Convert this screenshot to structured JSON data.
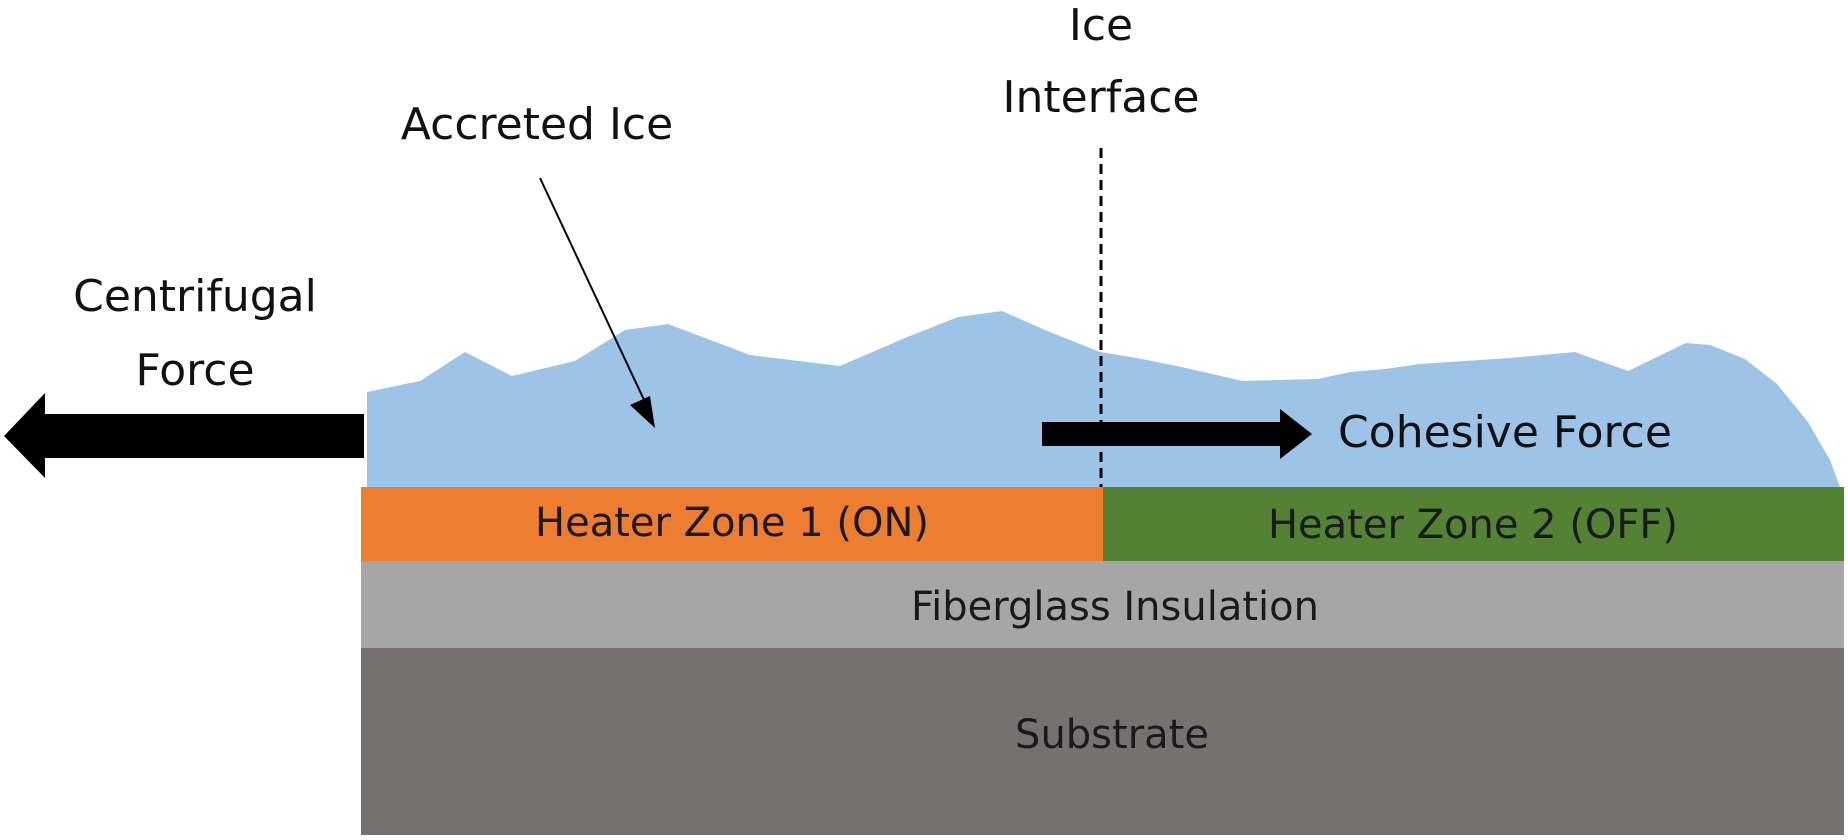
{
  "labels": {
    "accreted_ice": "Accreted Ice",
    "ice_interface_line1": "Ice",
    "ice_interface_line2": "Interface",
    "centrifugal_line1": "Centrifugal",
    "centrifugal_line2": "Force",
    "cohesive_force": "Cohesive Force"
  },
  "layers": {
    "heater_zone_1": "Heater Zone 1 (ON)",
    "heater_zone_2": "Heater Zone 2 (OFF)",
    "fiberglass": "Fiberglass Insulation",
    "substrate": "Substrate"
  },
  "colors": {
    "ice": "#9dc3e6",
    "heater_on": "#ed7d31",
    "heater_off": "#548235",
    "fiberglass": "#a6a6a6",
    "substrate": "#767171",
    "arrow": "#000000"
  }
}
